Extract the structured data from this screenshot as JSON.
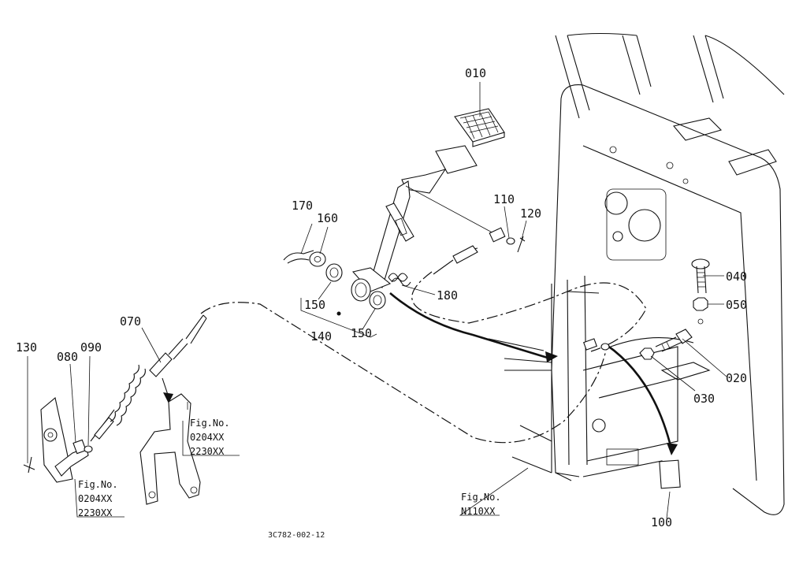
{
  "callouts": {
    "c010": "010",
    "c020": "020",
    "c030": "030",
    "c040": "040",
    "c050": "050",
    "c070": "070",
    "c080": "080",
    "c090": "090",
    "c100": "100",
    "c110": "110",
    "c120": "120",
    "c130": "130",
    "c140": "140",
    "c150a": "150",
    "c150b": "150",
    "c160": "160",
    "c170": "170",
    "c180": "180"
  },
  "references": {
    "ref_a": {
      "label": "Fig.No.",
      "line1": "0204XX",
      "line2": "2230XX"
    },
    "ref_b": {
      "label": "Fig.No.",
      "line1": "0204XX",
      "line2": "2230XX"
    },
    "ref_c": {
      "label": "Fig.No.",
      "line1": "N110XX"
    }
  },
  "diagram_code": "3C782-002-12"
}
